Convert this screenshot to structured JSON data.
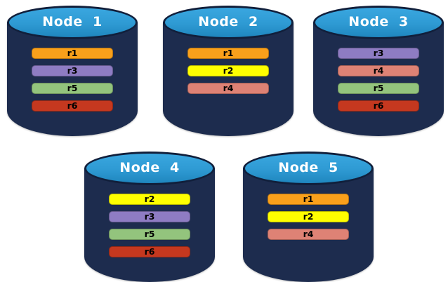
{
  "diagram": {
    "type": "database-replication-nodes",
    "nodes": [
      {
        "label": "Node  1",
        "replicas": [
          "r1",
          "r3",
          "r5",
          "r6"
        ]
      },
      {
        "label": "Node  2",
        "replicas": [
          "r1",
          "r2",
          "r4"
        ]
      },
      {
        "label": "Node  3",
        "replicas": [
          "r3",
          "r4",
          "r5",
          "r6"
        ]
      },
      {
        "label": "Node  4",
        "replicas": [
          "r2",
          "r3",
          "r5",
          "r6"
        ]
      },
      {
        "label": "Node  5",
        "replicas": [
          "r1",
          "r2",
          "r4"
        ]
      }
    ],
    "colors": {
      "cylinder_body": "#1D2C4E",
      "cylinder_top_fill": "#2E9AD3",
      "cylinder_outline": "#111F3B",
      "node_label_text": "#FFFFFF",
      "bar_text": "#000000",
      "replicas": {
        "r1": "#F9A01B",
        "r2": "#FFFF00",
        "r3": "#8E7CC3",
        "r4": "#DE8275",
        "r5": "#93C47D",
        "r6": "#C5381F"
      }
    }
  }
}
